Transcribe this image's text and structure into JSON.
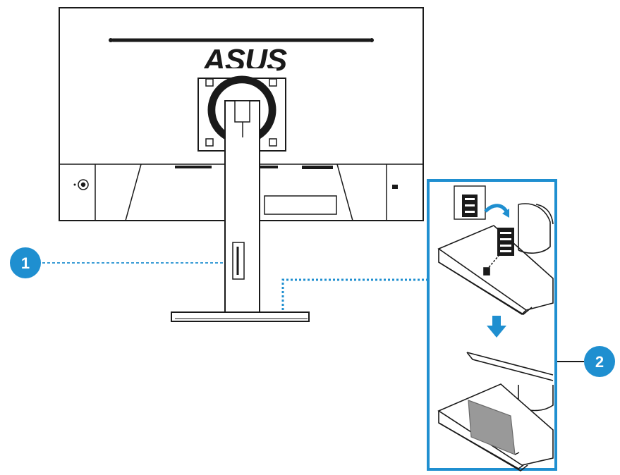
{
  "brand": {
    "logo_text": "ASUS"
  },
  "callouts": [
    {
      "number": "1"
    },
    {
      "number": "2"
    }
  ],
  "colors": {
    "line": "#1a1a1a",
    "accent_blue": "#1f8fd0",
    "callout_fill": "#1f8fd0",
    "label_fill": "#999999"
  },
  "icons": [
    "power-button-icon",
    "kensington-lock-icon",
    "down-arrow-icon",
    "curved-arrow-icon"
  ]
}
